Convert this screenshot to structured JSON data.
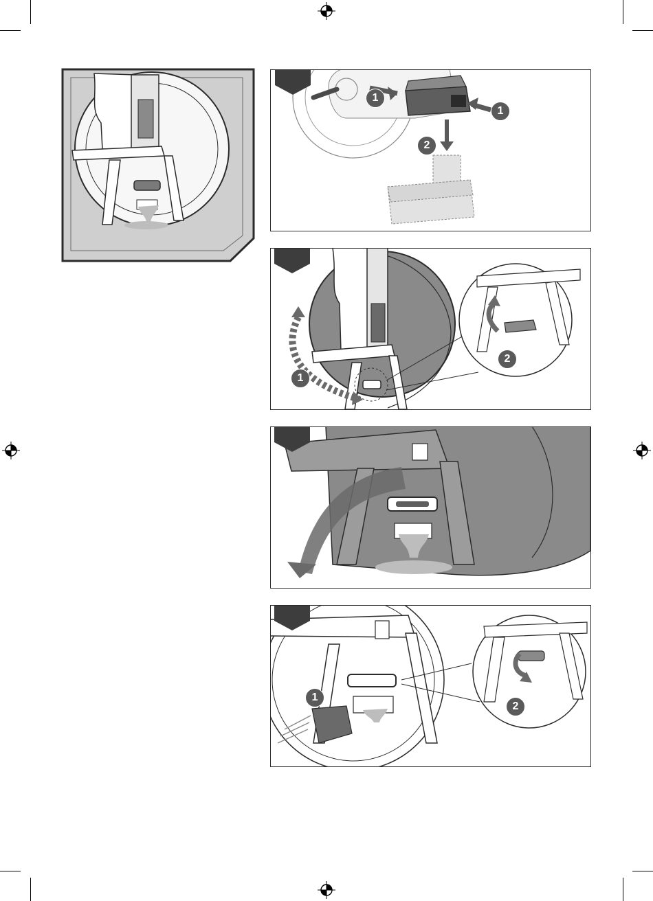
{
  "colors": {
    "panel_border": "#2b2b2b",
    "tab_fill": "#3d3d3d",
    "badge_fill": "#5a5a5a",
    "dark_fill": "#7a7a7a",
    "mid_fill": "#9c9c9c",
    "light_fill": "#cfcfcf",
    "water": "#bdbdbd"
  },
  "icons": {
    "registration": "registration-mark-icon",
    "arrow": "curved-arrow-icon",
    "cloth": "cloth-icon",
    "battery": "battery-icon"
  },
  "step_badges": {
    "panel_b": [
      "1",
      "1",
      "2"
    ],
    "panel_c": [
      "1",
      "2"
    ],
    "panel_e": [
      "1",
      "2"
    ]
  }
}
